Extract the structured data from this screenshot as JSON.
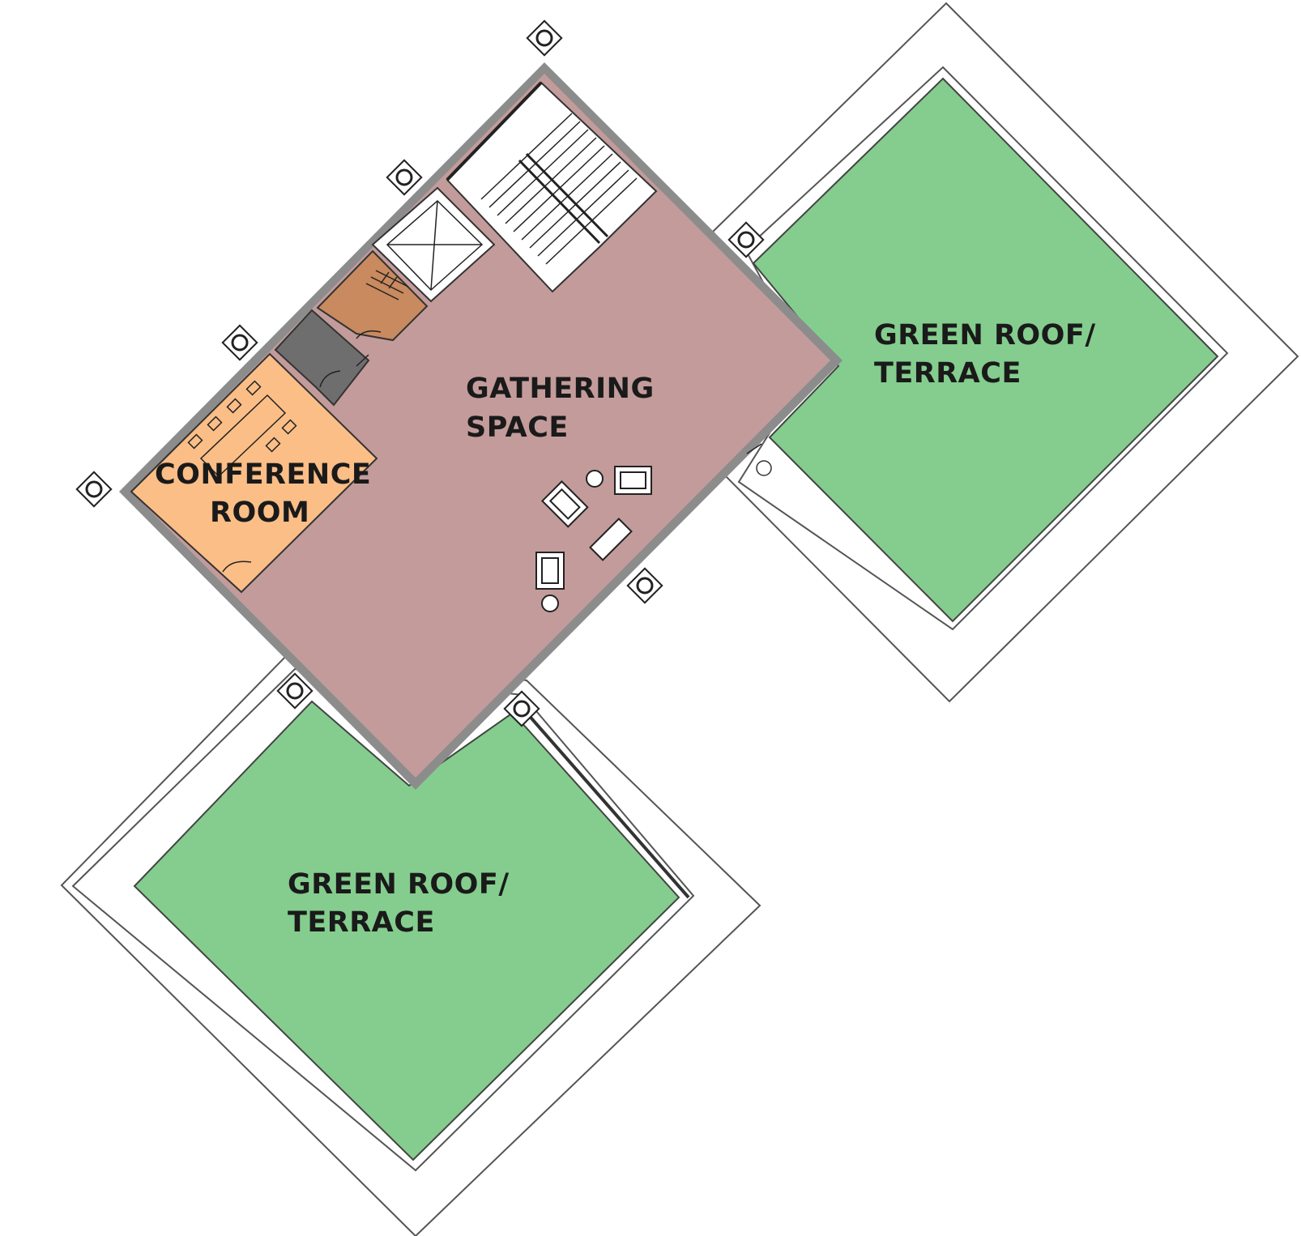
{
  "labels": {
    "gathering_line1": "GATHERING",
    "gathering_line2": "SPACE",
    "conference_line1": "CONFERENCE",
    "conference_line2": "ROOM",
    "terrace_ne_line1": "GREEN ROOF/",
    "terrace_ne_line2": "TERRACE",
    "terrace_sw_line1": "GREEN ROOF/",
    "terrace_sw_line2": "TERRACE"
  },
  "colors": {
    "gathering": "#c39b9b",
    "conference": "#fbbe87",
    "green_roof": "#84cd8e",
    "mechanical": "#c88a5e",
    "service": "#6e6e6e",
    "wall": "#8c8c8c",
    "text": "#1a1a1a"
  },
  "icons": [
    "column-icon",
    "stair-icon",
    "elevator-icon",
    "armchair-icon",
    "side-table-icon",
    "coffee-table-icon",
    "conference-table-icon"
  ]
}
